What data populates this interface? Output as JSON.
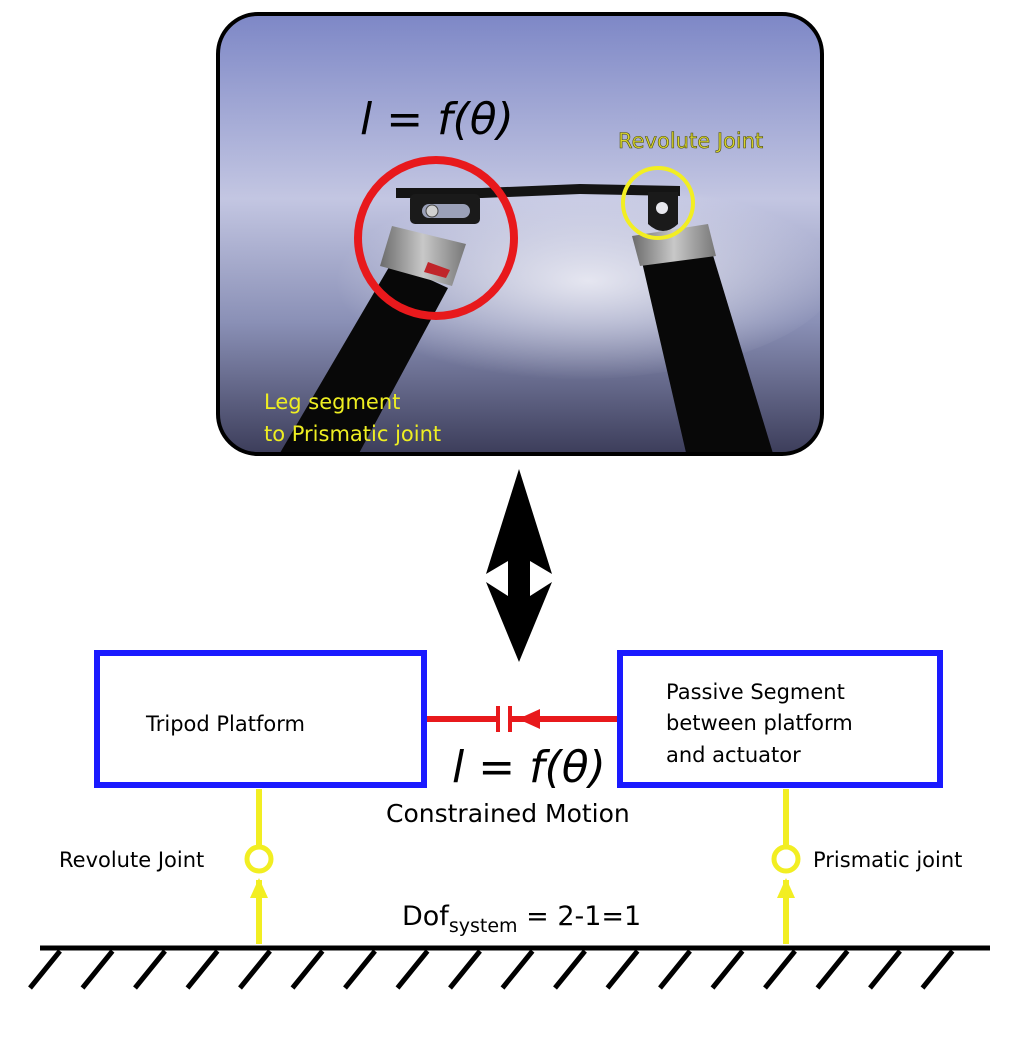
{
  "photo": {
    "formula": "l = f(θ)",
    "revolute_label": "Revolute Joint",
    "leg_line1": "Leg segment",
    "leg_line2": "to Prismatic joint"
  },
  "diagram": {
    "tripod_label": "Tripod Platform",
    "passive_line1": "Passive Segment",
    "passive_line2": "between platform",
    "passive_line3": "and actuator",
    "formula": "l = f(θ)",
    "constrained_label": "Constrained Motion",
    "revolute_label": "Revolute Joint",
    "prismatic_label": "Prismatic joint",
    "dof_base": "Dof",
    "dof_sub": "system",
    "dof_value": " = 2-1=1"
  },
  "colors": {
    "box_border": "#1a1aff",
    "constraint_red": "#e8191c",
    "joint_yellow": "#f2ee22",
    "ground": "#000000",
    "label_yellow": "#eeee22",
    "label_olive": "#b8b830"
  }
}
